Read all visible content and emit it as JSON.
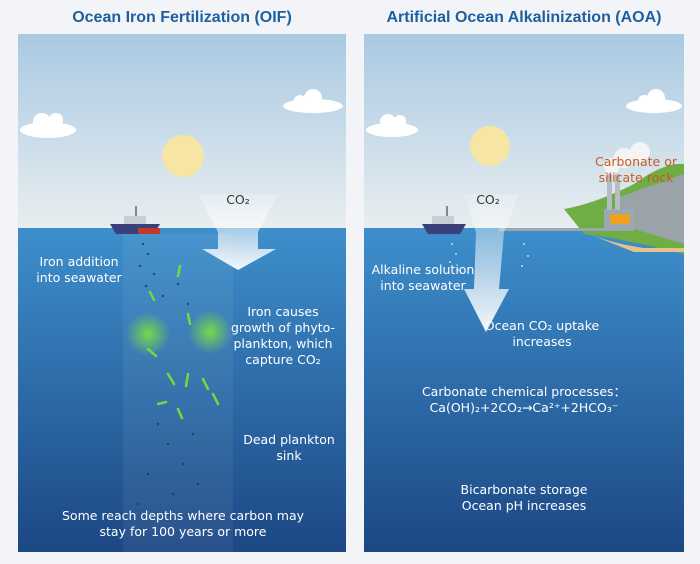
{
  "oif": {
    "title": "Ocean Iron Fertilization (OIF)",
    "co2": "CO₂",
    "iron_addition": "Iron addition\ninto seawater",
    "iron_causes": "Iron causes\ngrowth of phyto-\nplankton, which\ncapture CO₂",
    "dead_plankton": "Dead plankton\nsink",
    "depths": "Some reach depths where carbon may\nstay for 100 years or more"
  },
  "aoa": {
    "title": "Artificial Ocean Alkalinization (AOA)",
    "co2": "CO₂",
    "rock": "Carbonate or\nsilicate rock",
    "alkaline": "Alkaline solution\ninto seawater",
    "uptake": "Ocean CO₂ uptake\nincreases",
    "processes": "Carbonate chemical processes：",
    "equation": "Ca(OH)₂+2CO₂→Ca²⁺+2HCO₃⁻",
    "storage": "Bicarbonate storage\nOcean pH increases"
  },
  "colors": {
    "title": "#1d5fa0",
    "sky_top": "#a9c9e2",
    "water_top": "#3d8fcc",
    "water_bottom": "#1c4784",
    "plankton": "#6fdc3c",
    "rock_label": "#c85a22"
  }
}
